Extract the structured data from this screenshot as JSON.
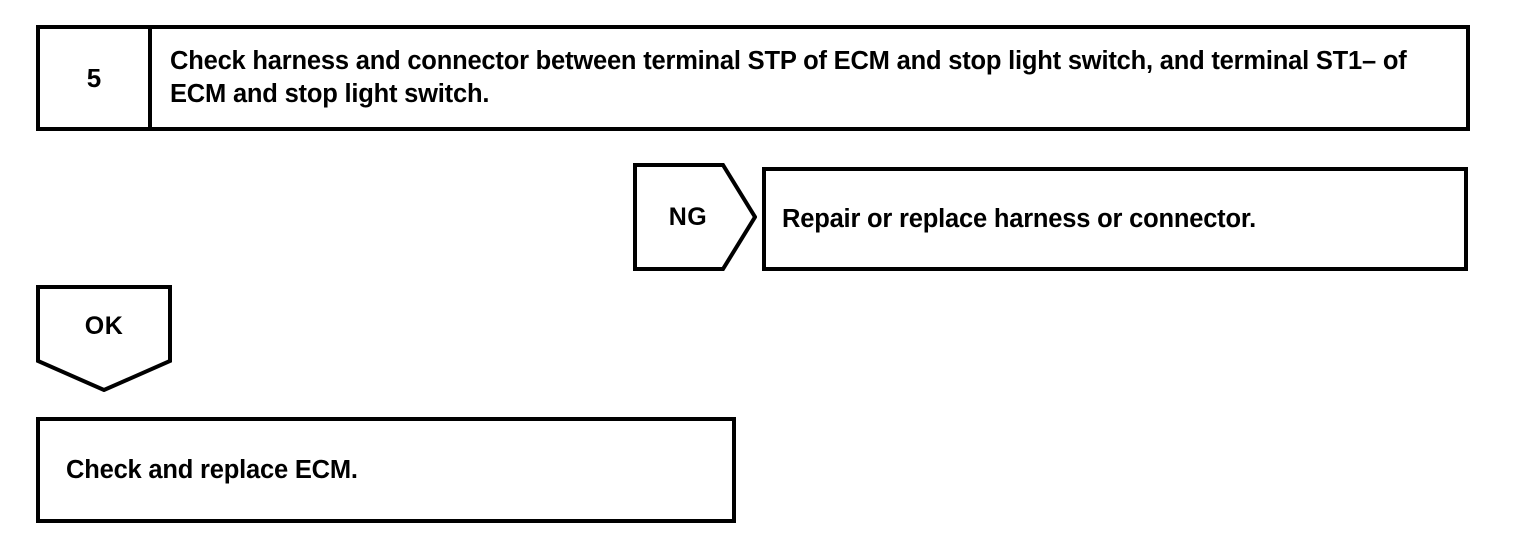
{
  "diagram": {
    "type": "troubleshooting-flowchart",
    "background_color": "#ffffff",
    "line_color": "#000000",
    "text_color": "#000000"
  },
  "step": {
    "number": "5",
    "instruction": "Check harness and connector between terminal STP of ECM and stop light switch, and terminal ST1– of ECM and stop light switch."
  },
  "branches": {
    "ng": {
      "label": "NG",
      "result_text": "Repair or replace harness or connector."
    },
    "ok": {
      "label": "OK",
      "result_text": "Check and replace ECM."
    }
  }
}
